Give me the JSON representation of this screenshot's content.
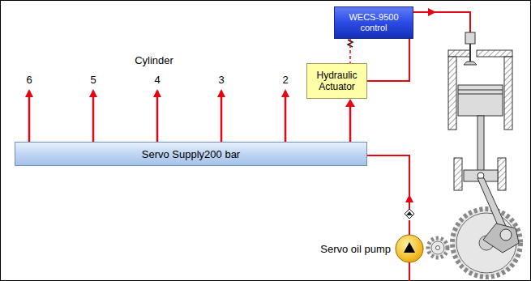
{
  "diagram": {
    "nodes": [
      {
        "text": [
          "WECS-9500 control"
        ]
      },
      {
        "text": [
          "Hydraulic Actuator"
        ]
      },
      {
        "text": [
          "Servo Supply200 bar"
        ]
      }
    ],
    "edges": [
      {
        "from": 0,
        "to": 1,
        "arrow": "none"
      },
      {
        "from": 2,
        "to": 1,
        "arrow": "to"
      }
    ],
    "labels": [
      "Cylinder",
      "6",
      "5",
      "4",
      "3",
      "2",
      "Servo oil pump"
    ]
  }
}
